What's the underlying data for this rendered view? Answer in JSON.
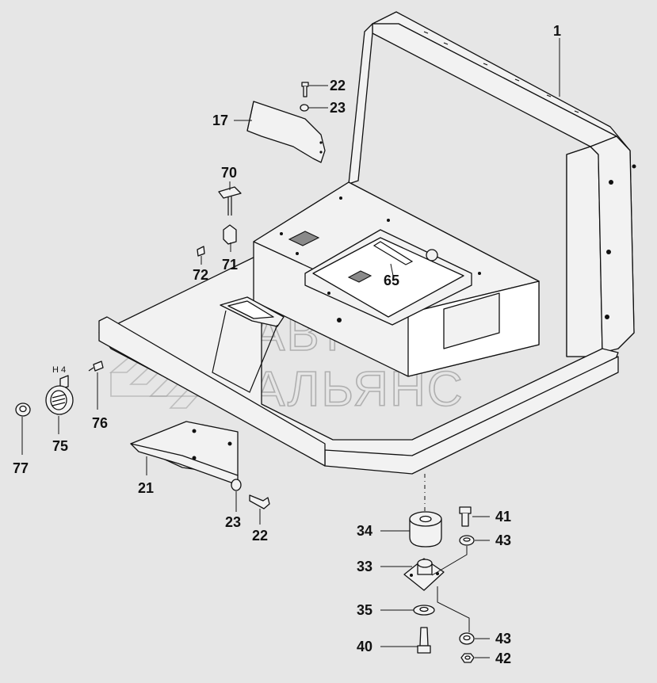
{
  "watermark": {
    "line1": "АВТО",
    "line2": "АЛЬЯНС"
  },
  "marking_h4": "H 4",
  "callouts": {
    "c1": "1",
    "c17": "17",
    "c22_top": "22",
    "c23_top": "23",
    "c70": "70",
    "c71": "71",
    "c72": "72",
    "c65": "65",
    "c76": "76",
    "c75": "75",
    "c77": "77",
    "c21": "21",
    "c23_bottom": "23",
    "c22_bottom": "22",
    "c34": "34",
    "c33": "33",
    "c35": "35",
    "c40": "40",
    "c41": "41",
    "c43_top": "43",
    "c43_bottom": "43",
    "c42": "42"
  }
}
